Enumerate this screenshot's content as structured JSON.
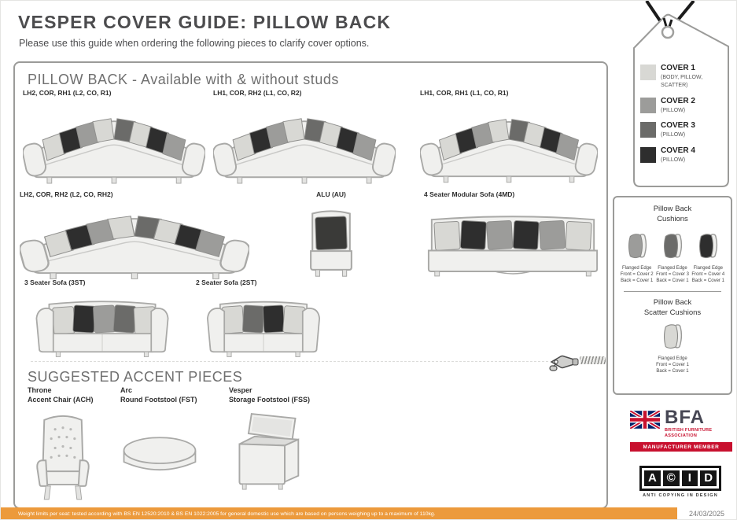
{
  "accent_color": "#EC9A3C",
  "header": {
    "title": "VESPER COVER GUIDE: PILLOW BACK",
    "subtitle": "Please use this guide when ordering the following pieces to clarify cover options."
  },
  "pillow_section": {
    "heading": "PILLOW BACK - Available with & without studs",
    "products": [
      {
        "label": "LH2, COR, RH1 (L2, CO, R1)"
      },
      {
        "label": "LH1, COR, RH2 (L1, CO, R2)"
      },
      {
        "label": "LH1, COR, RH1 (L1, CO, R1)"
      },
      {
        "label": "LH2, COR, RH2 (L2, CO, RH2)"
      },
      {
        "label": "ALU (AU)"
      },
      {
        "label": "4 Seater Modular Sofa (4MD)"
      },
      {
        "label": "3 Seater Sofa (3ST)"
      },
      {
        "label": "2 Seater Sofa (2ST)"
      }
    ]
  },
  "accent_section": {
    "heading": "SUGGESTED ACCENT PIECES",
    "items": [
      {
        "name": "Throne",
        "type": "Accent Chair (ACH)"
      },
      {
        "name": "Arc",
        "type": "Round Footstool (FST)"
      },
      {
        "name": "Vesper",
        "type": "Storage Footstool (FSS)"
      }
    ]
  },
  "cover_tag": {
    "covers": [
      {
        "label": "COVER 1",
        "applies": "(BODY, PILLOW, SCATTER)",
        "color": "#D8D8D4"
      },
      {
        "label": "COVER 2",
        "applies": "(PILLOW)",
        "color": "#9C9C9A"
      },
      {
        "label": "COVER 3",
        "applies": "(PILLOW)",
        "color": "#6B6B69"
      },
      {
        "label": "COVER 4",
        "applies": "(PILLOW)",
        "color": "#2E2E2E"
      }
    ]
  },
  "cushion_panel": {
    "title": "Pillow Back\nCushions",
    "cushions": [
      {
        "caption": "Flanged Edge\nFront = Cover 2\nBack = Cover 1",
        "color": "#9C9C9A"
      },
      {
        "caption": "Flanged Edge\nFront = Cover 3\nBack = Cover 1",
        "color": "#6B6B69"
      },
      {
        "caption": "Flanged Edge\nFront = Cover 4\nBack = Cover 1",
        "color": "#2E2E2E"
      }
    ],
    "scatter_title": "Pillow Back\nScatter Cushions",
    "scatter": {
      "caption": "Flanged Edge\nFront = Cover 1\nBack = Cover 1",
      "color": "#D8D8D4"
    }
  },
  "logos": {
    "bfa": {
      "abbr": "BFA",
      "line1": "BRITISH FURNITURE",
      "line2": "ASSOCIATION",
      "member": "MANUFACTURER MEMBER"
    },
    "acid": {
      "letters": [
        "A",
        "©",
        "I",
        "D"
      ],
      "tagline": "ANTI COPYING IN DESIGN"
    }
  },
  "footer": {
    "note": "Weight limits per seat: tested according with BS EN 12520:2010 & BS EN 1022:2005 for general domestic use which are based on persons weighing up to a maximum of 110kg.",
    "date": "24/03/2025"
  }
}
